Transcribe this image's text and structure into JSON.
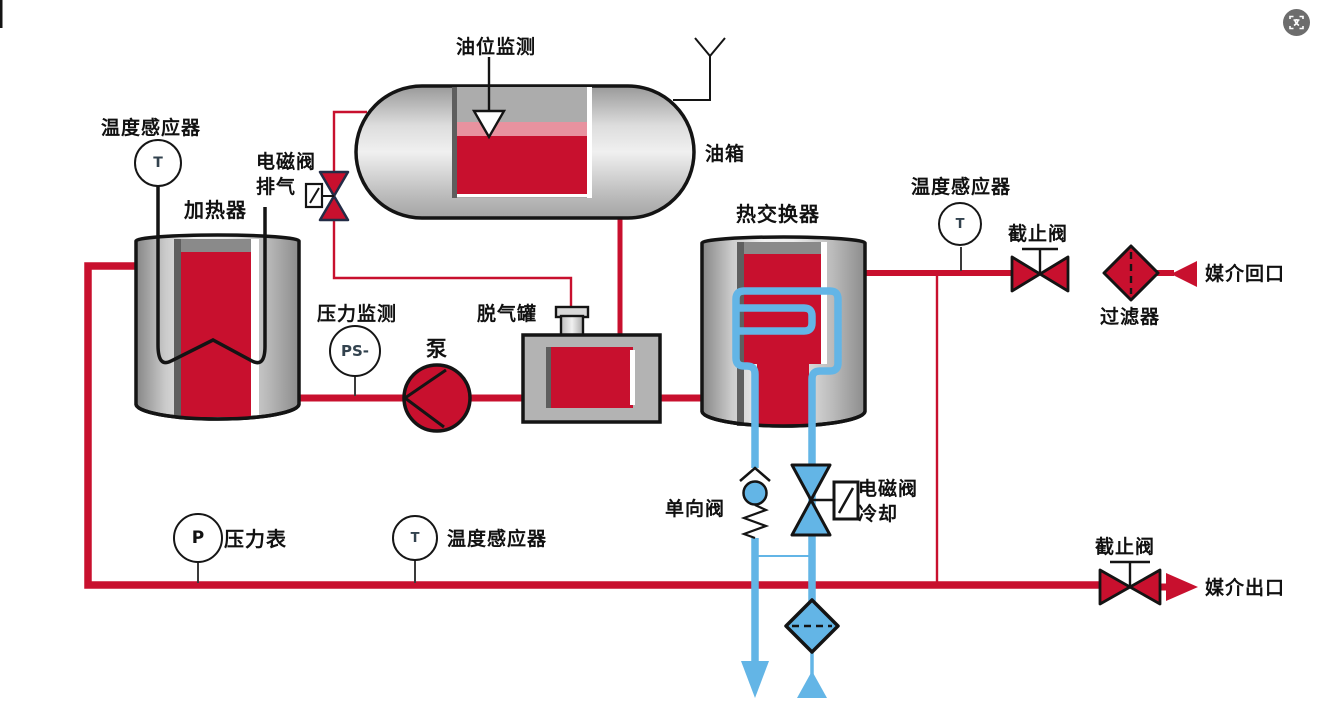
{
  "colors": {
    "pipe_red": "#C8102E",
    "liquid_pink": "#E8929F",
    "cool_blue": "#63B5E6",
    "valve_navy": "#232C46",
    "outline_black": "#141414",
    "badge_gray": "#6D6D6D"
  },
  "diagram": {
    "vessels": {
      "oil_tank": "油箱",
      "heater": "加热器",
      "degas_tank": "脱气罐",
      "heat_exchanger": "热交换器"
    },
    "instruments": {
      "oil_level_monitor": "油位监测",
      "temp_sensor_left": "温度感应器",
      "temp_sensor_right": "温度感应器",
      "temp_sensor_bottom": "温度感应器",
      "pressure_monitor": "压力监测",
      "pressure_gauge": "压力表",
      "tag_t_left": "T",
      "tag_t_right": "T",
      "tag_t_bottom": "T",
      "tag_p": "P",
      "tag_ps": "PS-"
    },
    "valves": {
      "solenoid_exhaust_line1": "电磁阀",
      "solenoid_exhaust_line2": "排气",
      "solenoid_cooling_line1": "电磁阀",
      "solenoid_cooling_line2": "冷却",
      "stop_valve_top": "截止阀",
      "stop_valve_bottom": "截止阀",
      "check_valve": "单向阀"
    },
    "components": {
      "pump": "泵",
      "filter": "过滤器"
    },
    "ports": {
      "media_return": "媒介回口",
      "media_outlet": "媒介出口"
    }
  }
}
